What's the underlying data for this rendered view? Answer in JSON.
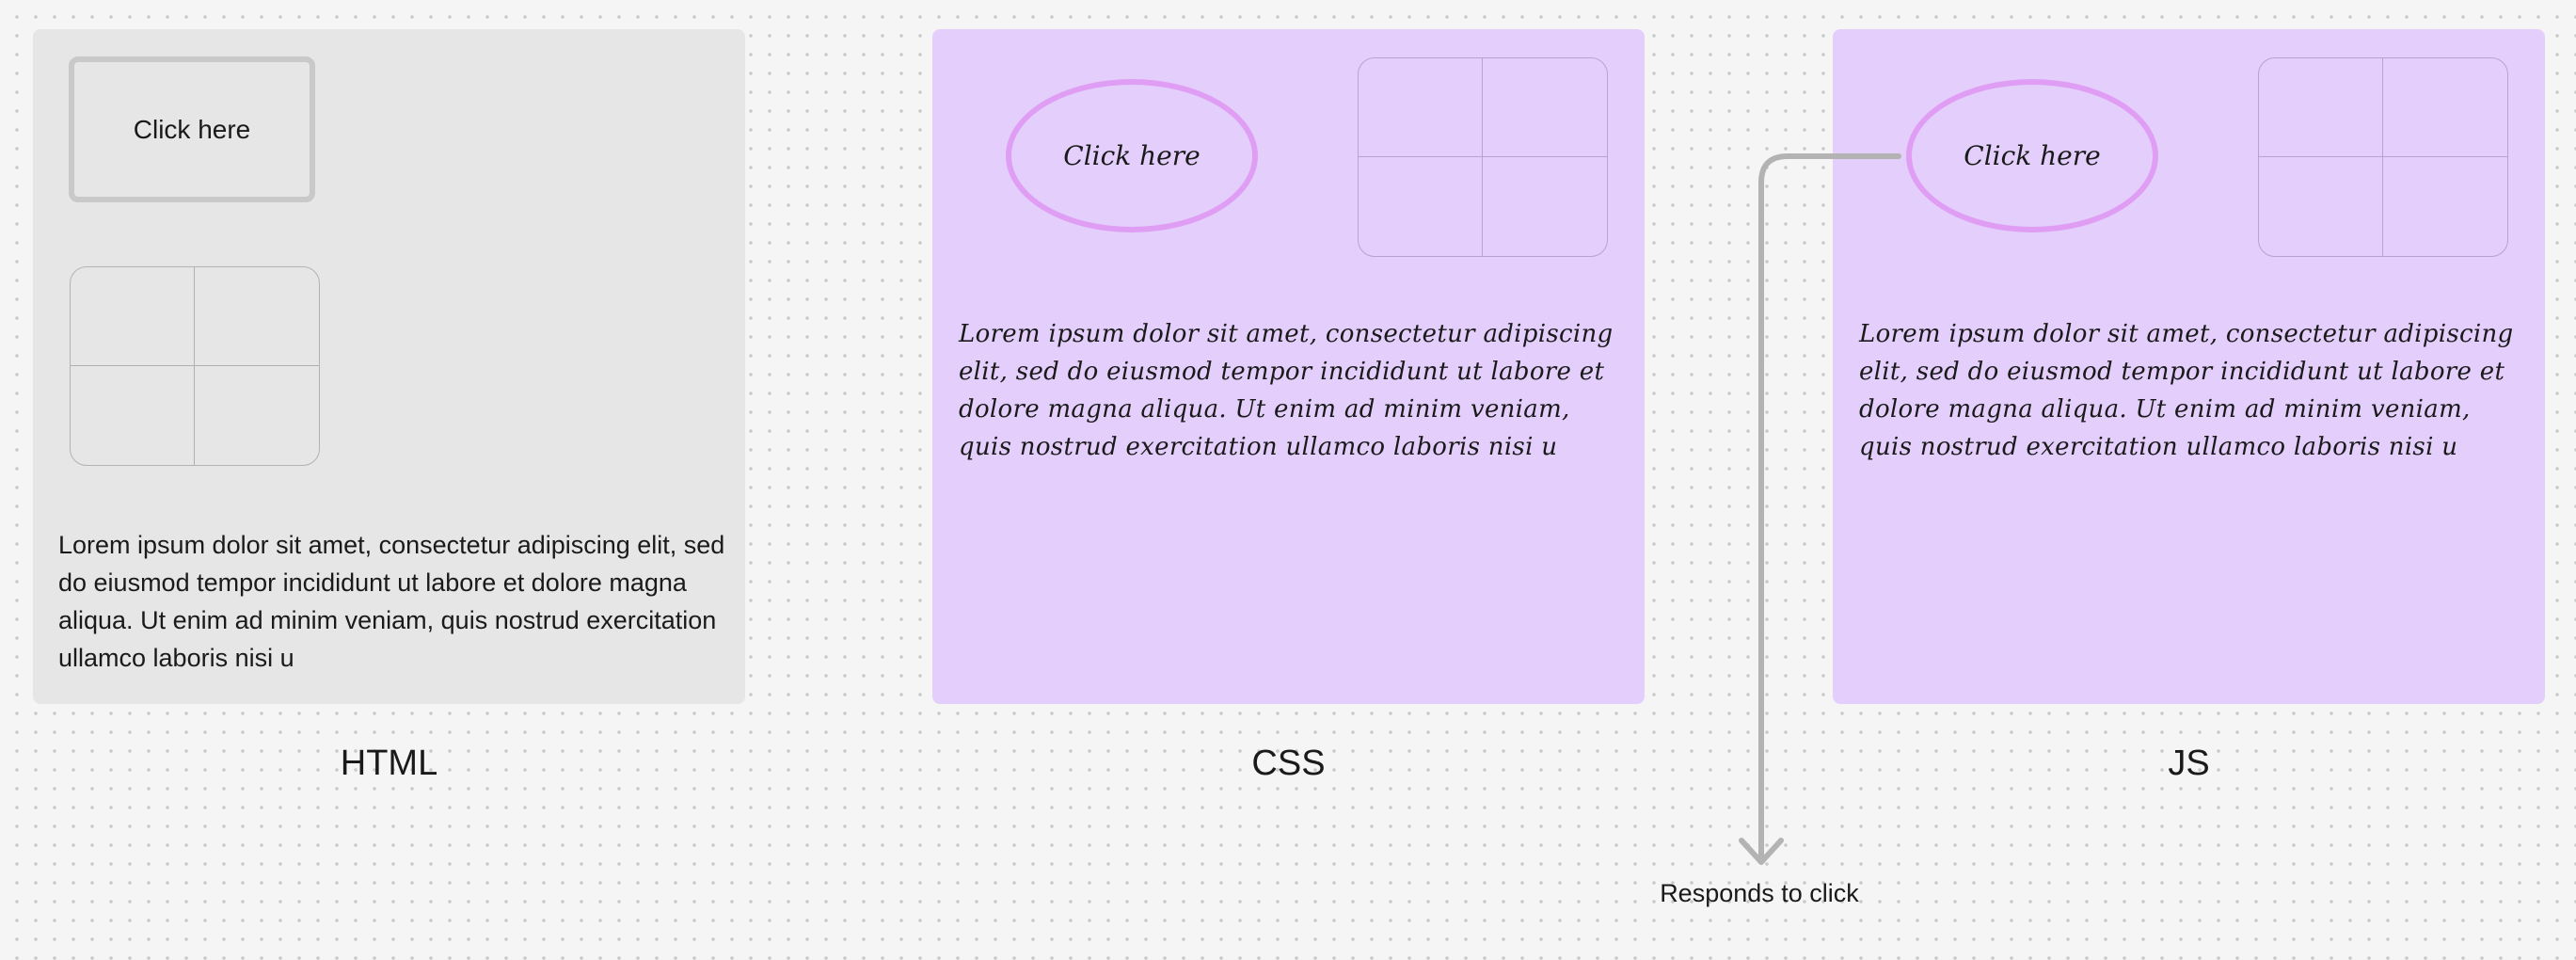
{
  "colors": {
    "canvas_background": "#f5f5f5",
    "html_panel_fill": "#e6e6e6",
    "css_panel_fill": "#e4cffc",
    "js_panel_fill": "#e4cffc",
    "oval_button_border": "#df9ef4",
    "arrow": "#b3b3b3"
  },
  "panels": {
    "html": {
      "label": "HTML",
      "button_label": "Click here",
      "body_text": "Lorem ipsum dolor sit amet, consectetur adipiscing elit, sed do eiusmod tempor incididunt ut labore et dolore magna aliqua. Ut enim ad minim veniam, quis nostrud exercitation ullamco laboris nisi u"
    },
    "css": {
      "label": "CSS",
      "button_label": "Click here",
      "body_text": "Lorem ipsum dolor sit amet, consectetur adipiscing elit, sed do eiusmod tempor incididunt ut labore et dolore magna aliqua. Ut enim ad minim veniam, quis nostrud exercitation ullamco laboris nisi u"
    },
    "js": {
      "label": "JS",
      "button_label": "Click here",
      "body_text": "Lorem ipsum dolor sit amet, consectetur adipiscing elit, sed do eiusmod tempor incididunt ut labore et dolore magna aliqua. Ut enim ad minim veniam, quis nostrud exercitation ullamco laboris nisi u"
    }
  },
  "connector": {
    "label": "Responds to click",
    "from": "js-button",
    "direction": "down"
  }
}
